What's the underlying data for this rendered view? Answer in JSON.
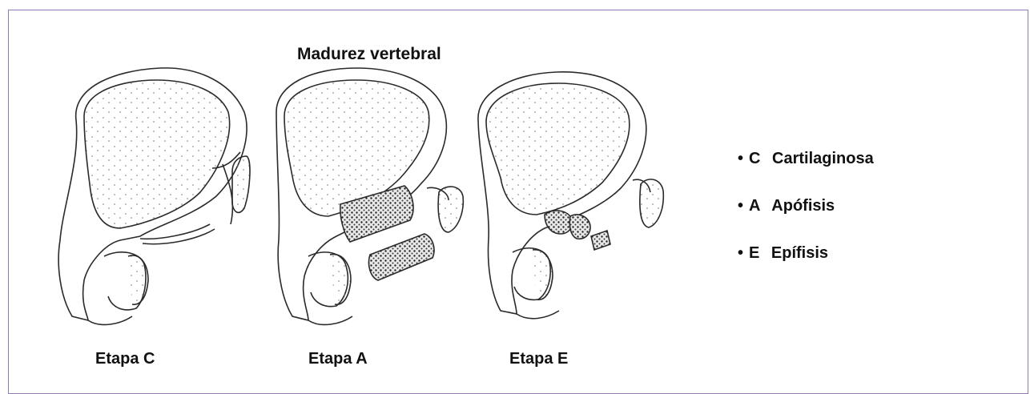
{
  "figure": {
    "title": "Madurez vertebral",
    "stages": [
      {
        "label": "Etapa C"
      },
      {
        "label": "Etapa A"
      },
      {
        "label": "Etapa E"
      }
    ],
    "legend": [
      {
        "letter": "C",
        "text": "Cartilaginosa"
      },
      {
        "letter": "A",
        "text": "Apófisis"
      },
      {
        "letter": "E",
        "text": "Epífisis"
      }
    ],
    "colors": {
      "frame": "#8e7bb6",
      "ink": "#2a2a2a",
      "text": "#111111"
    }
  }
}
